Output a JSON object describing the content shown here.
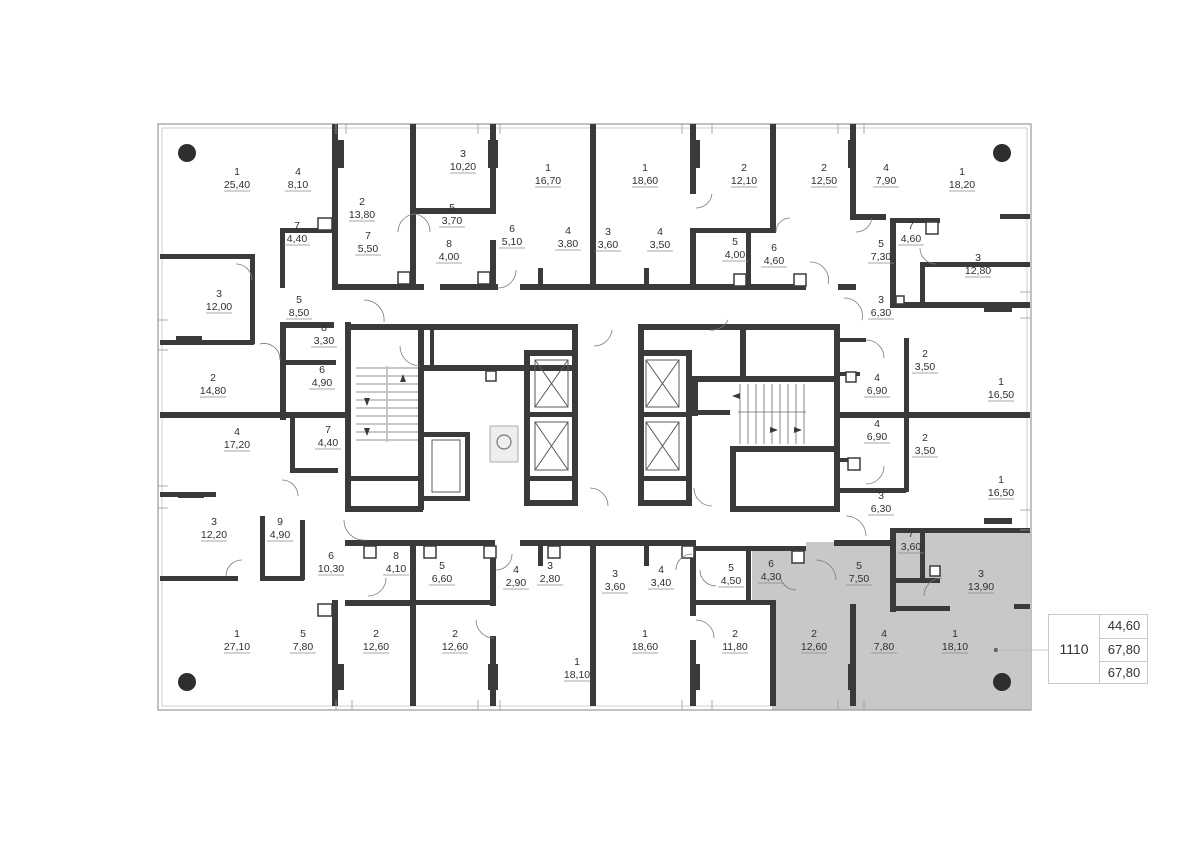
{
  "colors": {
    "wall": "#3a3a3a",
    "highlight": "#c8c8c8",
    "background": "#ffffff"
  },
  "apartment": {
    "number": "1110",
    "values": [
      "44,60",
      "67,80",
      "67,80"
    ]
  },
  "rooms": [
    {
      "n": "1",
      "a": "25,40"
    },
    {
      "n": "4",
      "a": "8,10"
    },
    {
      "n": "7",
      "a": "4,40"
    },
    {
      "n": "2",
      "a": "13,80"
    },
    {
      "n": "7",
      "a": "5,50"
    },
    {
      "n": "3",
      "a": "10,20"
    },
    {
      "n": "5",
      "a": "3,70"
    },
    {
      "n": "8",
      "a": "4,00"
    },
    {
      "n": "1",
      "a": "16,70"
    },
    {
      "n": "6",
      "a": "5,10"
    },
    {
      "n": "4",
      "a": "3,80"
    },
    {
      "n": "1",
      "a": "18,60"
    },
    {
      "n": "3",
      "a": "3,60"
    },
    {
      "n": "4",
      "a": "3,50"
    },
    {
      "n": "2",
      "a": "12,10"
    },
    {
      "n": "5",
      "a": "4,00"
    },
    {
      "n": "6",
      "a": "4,60"
    },
    {
      "n": "2",
      "a": "12,50"
    },
    {
      "n": "4",
      "a": "7,90"
    },
    {
      "n": "1",
      "a": "18,20"
    },
    {
      "n": "7",
      "a": "4,60"
    },
    {
      "n": "5",
      "a": "7,30"
    },
    {
      "n": "3",
      "a": "12,80"
    },
    {
      "n": "3",
      "a": "12,00"
    },
    {
      "n": "5",
      "a": "8,50"
    },
    {
      "n": "8",
      "a": "3,30"
    },
    {
      "n": "6",
      "a": "4,90"
    },
    {
      "n": "2",
      "a": "14,80"
    },
    {
      "n": "7",
      "a": "4,40"
    },
    {
      "n": "4",
      "a": "17,20"
    },
    {
      "n": "3",
      "a": "6,30"
    },
    {
      "n": "2",
      "a": "3,50"
    },
    {
      "n": "4",
      "a": "6,90"
    },
    {
      "n": "1",
      "a": "16,50"
    },
    {
      "n": "4",
      "a": "6,90"
    },
    {
      "n": "2",
      "a": "3,50"
    },
    {
      "n": "3",
      "a": "6,30"
    },
    {
      "n": "1",
      "a": "16,50"
    },
    {
      "n": "3",
      "a": "12,20"
    },
    {
      "n": "9",
      "a": "4,90"
    },
    {
      "n": "6",
      "a": "10,30"
    },
    {
      "n": "8",
      "a": "4,10"
    },
    {
      "n": "5",
      "a": "6,60"
    },
    {
      "n": "4",
      "a": "2,90"
    },
    {
      "n": "3",
      "a": "2,80"
    },
    {
      "n": "3",
      "a": "3,60"
    },
    {
      "n": "4",
      "a": "3,40"
    },
    {
      "n": "5",
      "a": "4,50"
    },
    {
      "n": "6",
      "a": "4,30"
    },
    {
      "n": "5",
      "a": "7,50"
    },
    {
      "n": "7",
      "a": "3,60"
    },
    {
      "n": "3",
      "a": "13,90"
    },
    {
      "n": "1",
      "a": "27,10"
    },
    {
      "n": "5",
      "a": "7,80"
    },
    {
      "n": "2",
      "a": "12,60"
    },
    {
      "n": "2",
      "a": "12,60"
    },
    {
      "n": "1",
      "a": "18,10"
    },
    {
      "n": "1",
      "a": "18,60"
    },
    {
      "n": "2",
      "a": "11,80"
    },
    {
      "n": "2",
      "a": "12,60"
    },
    {
      "n": "4",
      "a": "7,80"
    },
    {
      "n": "1",
      "a": "18,10"
    }
  ]
}
